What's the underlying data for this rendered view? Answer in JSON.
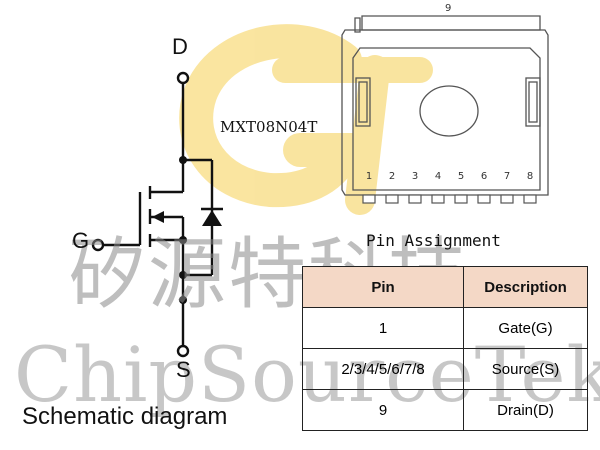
{
  "schematic": {
    "drain_label": "D",
    "gate_label": "G",
    "source_label": "S",
    "caption": "Schematic diagram",
    "part_number": "MXT08N04T"
  },
  "package": {
    "top_pin": "9",
    "bottom_pins": [
      "1",
      "2",
      "3",
      "4",
      "5",
      "6",
      "7",
      "8"
    ],
    "caption": "Pin Assignment"
  },
  "table": {
    "headers": [
      "Pin",
      "Description"
    ],
    "rows": [
      {
        "pin": "1",
        "description": "Gate(G)"
      },
      {
        "pin": "2/3/4/5/6/7/8",
        "description": "Source(S)"
      },
      {
        "pin": "9",
        "description": "Drain(D)"
      }
    ],
    "header_color": "#f4d8c6"
  },
  "watermark": {
    "chinese": "矽源特科技",
    "english": "ChipSourceTek",
    "logo_color": "#f7d774"
  }
}
